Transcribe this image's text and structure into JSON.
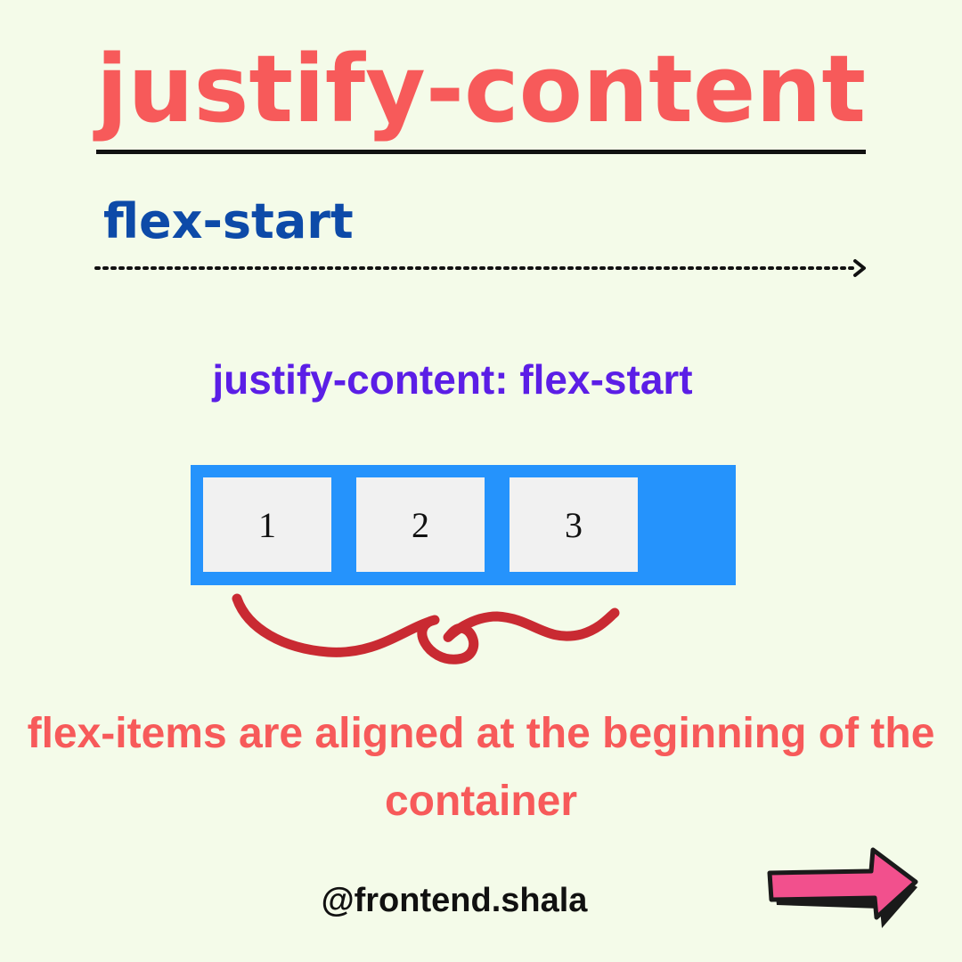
{
  "header": {
    "title": "justify-content"
  },
  "section": {
    "subtitle": "flex-start"
  },
  "example": {
    "css_rule": "justify-content: flex-start",
    "items": [
      "1",
      "2",
      "3"
    ]
  },
  "description": {
    "caption": "flex-items are aligned at the beginning of the container"
  },
  "footer": {
    "handle": "@frontend.shala",
    "next_icon": "arrow-right-icon"
  },
  "colors": {
    "background": "#f4fbe9",
    "title": "#f75a5a",
    "subtitle": "#0d4aa8",
    "css_rule": "#5b1ee6",
    "container": "#2593fc",
    "item": "#f1f1f1",
    "ribbon": "#c92a32",
    "arrow_fill": "#f2508d"
  }
}
